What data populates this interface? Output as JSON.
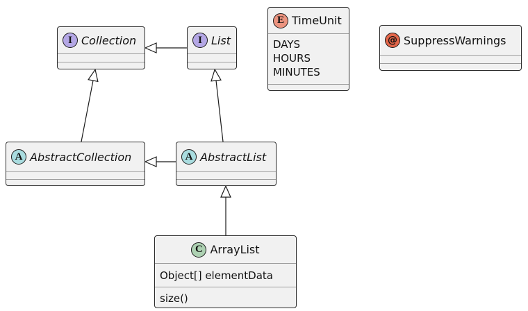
{
  "diagram": {
    "boxes": {
      "collection": {
        "kind": "interface",
        "letter": "I",
        "name": "Collection"
      },
      "list": {
        "kind": "interface",
        "letter": "I",
        "name": "List"
      },
      "timeunit": {
        "kind": "enum",
        "letter": "E",
        "name": "TimeUnit",
        "values": [
          "DAYS",
          "HOURS",
          "MINUTES"
        ]
      },
      "suppresswarnings": {
        "kind": "annotation",
        "letter": "@",
        "name": "SuppressWarnings"
      },
      "abstractcollection": {
        "kind": "abstract",
        "letter": "A",
        "name": "AbstractCollection"
      },
      "abstractlist": {
        "kind": "abstract",
        "letter": "A",
        "name": "AbstractList"
      },
      "arraylist": {
        "kind": "class",
        "letter": "C",
        "name": "ArrayList",
        "attributes": [
          "Object[] elementData"
        ],
        "methods": [
          "size()"
        ]
      }
    },
    "colors": {
      "interface_spot": "#B4A7E5",
      "abstract_spot": "#A9DCDF",
      "enum_spot": "#EB937F",
      "annotation_spot": "#E3664A",
      "class_spot": "#ADD1B2",
      "box_fill": "#F1F1F1",
      "border": "#2B2B2B"
    },
    "relations": [
      {
        "from": "List",
        "to": "Collection",
        "type": "generalization"
      },
      {
        "from": "AbstractCollection",
        "to": "Collection",
        "type": "generalization"
      },
      {
        "from": "AbstractList",
        "to": "List",
        "type": "generalization"
      },
      {
        "from": "AbstractList",
        "to": "AbstractCollection",
        "type": "generalization"
      },
      {
        "from": "ArrayList",
        "to": "AbstractList",
        "type": "generalization"
      }
    ]
  }
}
